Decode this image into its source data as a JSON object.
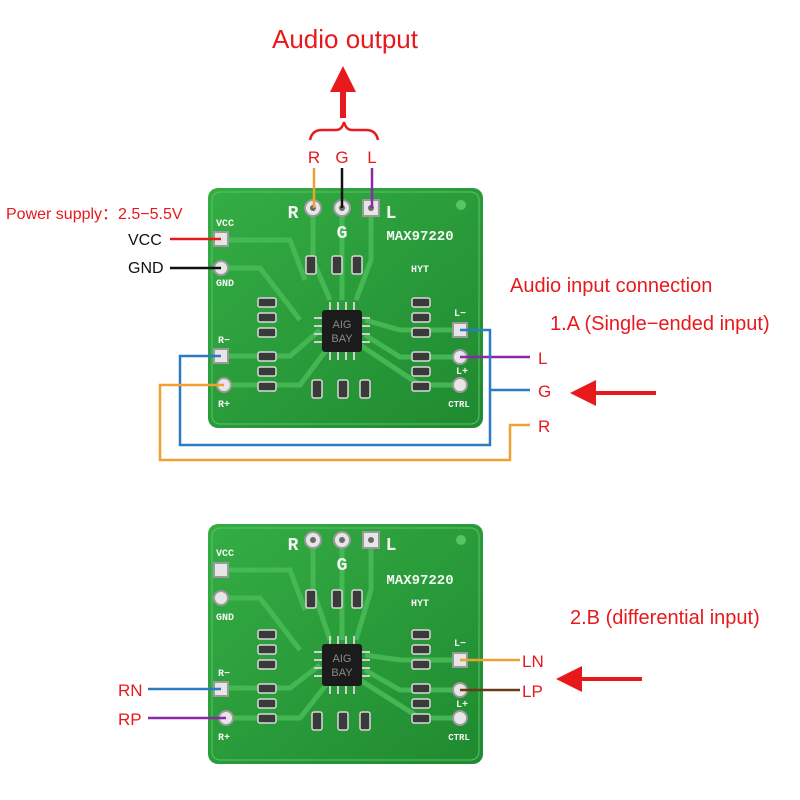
{
  "title": "Audio output",
  "colors": {
    "accent_red": "#e8191d",
    "wire_orange": "#f0a030",
    "wire_blue": "#2a7bc4",
    "wire_purple": "#8a2aa8",
    "wire_brown": "#6a3a18",
    "pcb_green": "#2a9a3a"
  },
  "output": {
    "labels": [
      "R",
      "G",
      "L"
    ]
  },
  "power": {
    "label": "Power supply：2.5−5.5V",
    "vcc": "VCC",
    "gnd": "GND"
  },
  "input_section": {
    "title": "Audio input connection",
    "mode_a": "1.A (Single−ended input)",
    "mode_b": "2.B (differential input)",
    "a_labels": {
      "l": "L",
      "g": "G",
      "r": "R"
    },
    "b_labels": {
      "ln": "LN",
      "lp": "LP",
      "rn": "RN",
      "rp": "RP"
    }
  },
  "board": {
    "model": "MAX97220",
    "subtext": "HYT",
    "chip_line1": "AIG",
    "chip_line2": "BAY",
    "silk": {
      "r": "R",
      "g": "G",
      "l": "L",
      "vcc": "VCC",
      "gnd": "GND",
      "r_minus": "R−",
      "r_plus": "R+",
      "l_minus": "L−",
      "l_plus": "L+",
      "ctrl": "CTRL"
    }
  }
}
